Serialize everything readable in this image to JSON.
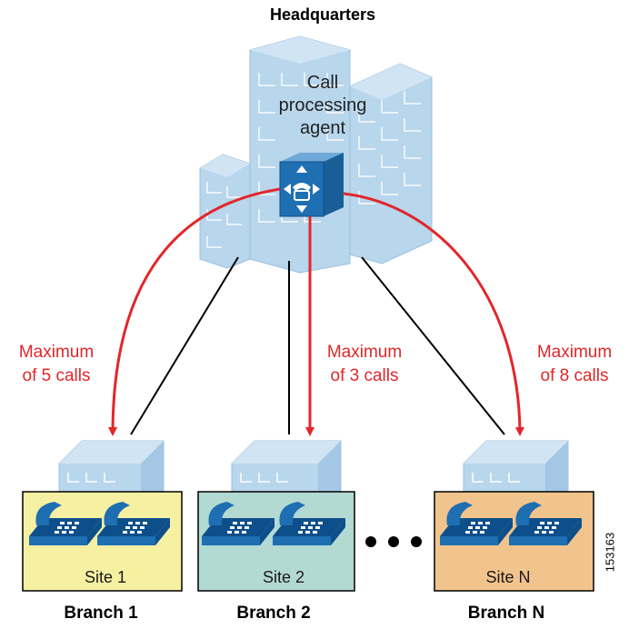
{
  "headquarters": {
    "title": "Headquarters",
    "agent_label": "Call processing agent"
  },
  "links": [
    {
      "label_line1": "Maximum",
      "label_line2": "of 5 calls"
    },
    {
      "label_line1": "Maximum",
      "label_line2": "of 3 calls"
    },
    {
      "label_line1": "Maximum",
      "label_line2": "of 8 calls"
    }
  ],
  "branches": [
    {
      "site": "Site 1",
      "name": "Branch 1",
      "site_color": "#f6f1a2"
    },
    {
      "site": "Site 2",
      "name": "Branch 2",
      "site_color": "#b3d9d3"
    },
    {
      "site": "Site N",
      "name": "Branch N",
      "site_color": "#f2c48d"
    }
  ],
  "ellipsis": "• • •",
  "figure_id": "153163",
  "colors": {
    "building": "#b8d6ec",
    "building_dark": "#8fb8d9",
    "call_arrow": "#e2262a",
    "link_line": "#000000",
    "phone": "#1e6fb2"
  }
}
